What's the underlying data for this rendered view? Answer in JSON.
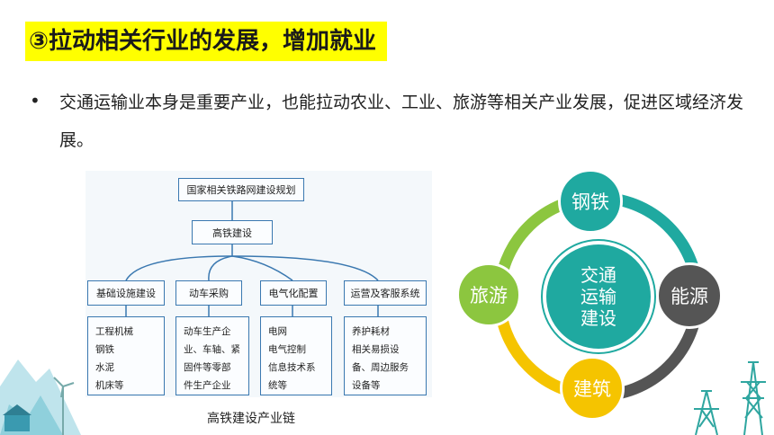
{
  "heading": "③拉动相关行业的发展，增加就业",
  "bullet": {
    "marker": "•",
    "text": "交通运输业本身是重要产业，也能拉动农业、工业、旅游等相关产业发展，促进区域经济发展。"
  },
  "flowchart": {
    "top_box": "国家相关铁路网建设规划",
    "mid_box": "高铁建设",
    "categories": [
      "基础设施建设",
      "动车采购",
      "电气化配置",
      "运营及客服系统"
    ],
    "details": [
      "工程机械\n钢铁\n水泥\n机床等",
      "动车生产企\n业、车轴、紧\n固件等零部\n件生产企业",
      "电网\n电气控制\n信息技术系\n统等",
      "养护耗材\n相关易损设\n备、周边服务\n设备等"
    ],
    "caption": "高铁建设产业链"
  },
  "ring": {
    "center": "交通\n运输\n建设",
    "top": "钢铁",
    "right": "能源",
    "bottom": "建筑",
    "left": "旅游",
    "colors": {
      "top": "#1fa9a0",
      "right": "#555555",
      "bottom": "#f5c400",
      "left": "#8cc63f",
      "center": "#1fa9a0"
    }
  }
}
